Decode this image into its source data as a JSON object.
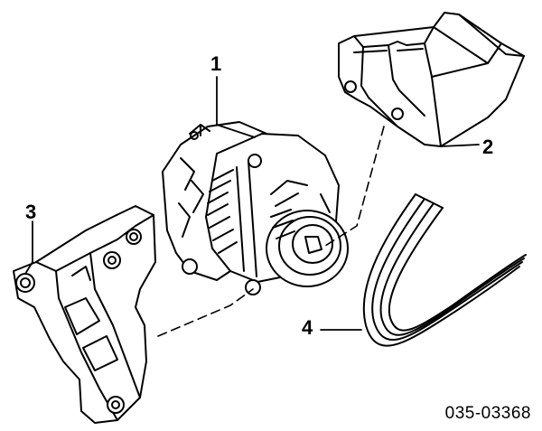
{
  "callouts": {
    "alternator": "1",
    "cover": "2",
    "bracket": "3",
    "belt": "4"
  },
  "part_code": "035-03368",
  "colors": {
    "ink": "#000000",
    "paper": "#ffffff"
  }
}
